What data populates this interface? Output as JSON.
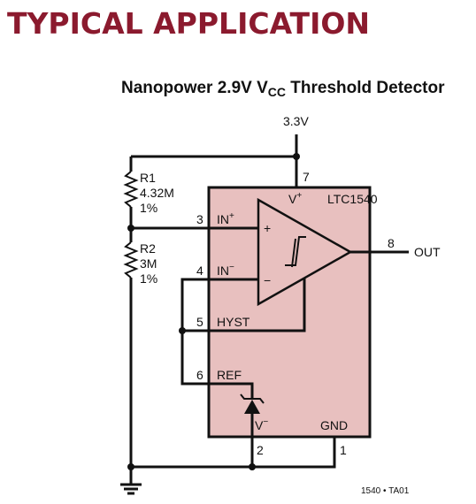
{
  "header": {
    "title": "TYPICAL APPLICATION"
  },
  "diagram": {
    "title_main": "Nanopower 2.9V V",
    "title_sub": "CC",
    "title_tail": " Threshold Detector",
    "supply": "3.3V",
    "chip": {
      "name": "LTC1540",
      "vplus": "V",
      "vplus_sup": "+",
      "vminus": "V",
      "vminus_sup": "−",
      "gnd": "GND"
    },
    "resistors": [
      {
        "name": "R1",
        "value": "4.32M",
        "tolerance": "1%"
      },
      {
        "name": "R2",
        "value": "3M",
        "tolerance": "1%"
      }
    ],
    "pins": {
      "p1": "1",
      "p2": "2",
      "p3": "3",
      "p4": "4",
      "p5": "5",
      "p6": "6",
      "p7": "7",
      "p8": "8",
      "in_plus": "IN",
      "in_plus_sup": "+",
      "in_minus": "IN",
      "in_minus_sup": "−",
      "hyst": "HYST",
      "ref": "REF"
    },
    "comparator": {
      "plus": "+",
      "minus": "−"
    },
    "output": "OUT",
    "figure_id": "1540 • TA01",
    "colors": {
      "chip_fill": "#e8c0bf",
      "header": "#8b1a2e"
    }
  }
}
